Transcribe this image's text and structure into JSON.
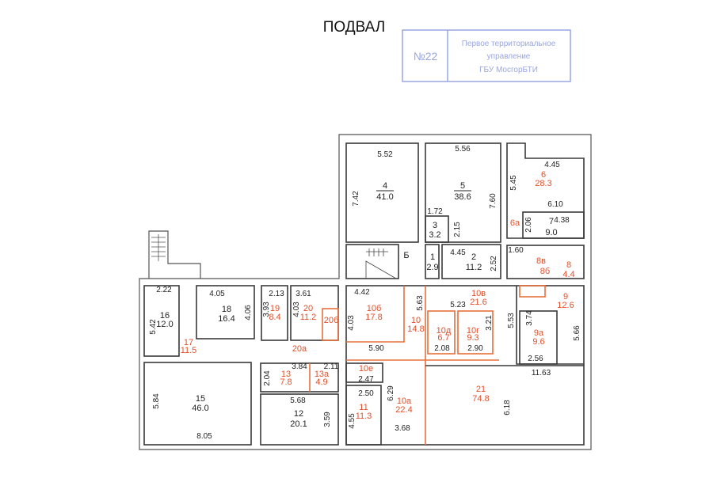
{
  "title": "ПОДВАЛ",
  "stamp": {
    "number": "№22",
    "line1": "Первое территориальное",
    "line2": "управление",
    "line3": "ГБУ МосгорБТИ",
    "color": "#9aa6e0"
  },
  "colors": {
    "walls": "#3a3a3a",
    "redevelopment": "#e0502a"
  },
  "rooms": {
    "r4": {
      "num": "4",
      "area": "41.0"
    },
    "r5": {
      "num": "5",
      "area": "38.6"
    },
    "r3": {
      "num": "3",
      "area": "3.2"
    },
    "r6": {
      "num": "6",
      "area": "28.3"
    },
    "r7": {
      "num": "7",
      "area": "9.0"
    },
    "r6a": {
      "num": "6а"
    },
    "r1": {
      "num": "1",
      "area": "2.9"
    },
    "r2": {
      "num": "2",
      "area": "11.2"
    },
    "rB": {
      "num": "Б"
    },
    "r8v": {
      "num": "8в"
    },
    "r8b": {
      "num": "8б"
    },
    "r8": {
      "num": "8",
      "area": "4.4"
    },
    "r16": {
      "num": "16",
      "area": "12.0"
    },
    "r18": {
      "num": "18",
      "area": "16.4"
    },
    "r17": {
      "num": "17",
      "area": "11.5"
    },
    "r19": {
      "num": "19",
      "area": "8.4"
    },
    "r20": {
      "num": "20",
      "area": "11.2"
    },
    "r20b": {
      "num": "20б"
    },
    "r20a": {
      "num": "20а"
    },
    "r15": {
      "num": "15",
      "area": "46.0"
    },
    "r13": {
      "num": "13",
      "area": "7.8"
    },
    "r13a": {
      "num": "13а",
      "area": "4.9"
    },
    "r12": {
      "num": "12",
      "area": "20.1"
    },
    "r10b": {
      "num": "10б",
      "area": "17.8"
    },
    "r10": {
      "num": "10",
      "area": "14.8"
    },
    "r10v": {
      "num": "10в",
      "area": "21.6"
    },
    "r10d": {
      "num": "10д",
      "area": "6.7"
    },
    "r10g": {
      "num": "10г",
      "area": "9.3"
    },
    "r9": {
      "num": "9",
      "area": "12.6"
    },
    "r9a": {
      "num": "9а",
      "area": "9.6"
    },
    "r10e": {
      "num": "10е"
    },
    "r11": {
      "num": "11",
      "area": "11.3"
    },
    "r10a": {
      "num": "10а",
      "area": "22.4"
    },
    "r21": {
      "num": "21",
      "area": "74.8"
    }
  },
  "dimensions": [
    "5.52",
    "7.42",
    "5.56",
    "7.60",
    "1.72",
    "2.15",
    "4.45",
    "5.45",
    "6.10",
    "4.38",
    "2.06",
    "1.60",
    "4.45",
    "2.52",
    "2.22",
    "4.05",
    "4.06",
    "5.42",
    "2.13",
    "3.61",
    "3.93",
    "4.03",
    "5.84",
    "8.05",
    "3.84",
    "2.11",
    "2.04",
    "5.68",
    "3.59",
    "4.42",
    "4.03",
    "5.63",
    "5.23",
    "3.21",
    "5.53",
    "3.74",
    "5.66",
    "5.90",
    "2.08",
    "2.90",
    "2.56",
    "11.63",
    "2.47",
    "2.50",
    "6.29",
    "4.55",
    "3.68",
    "6.18"
  ]
}
